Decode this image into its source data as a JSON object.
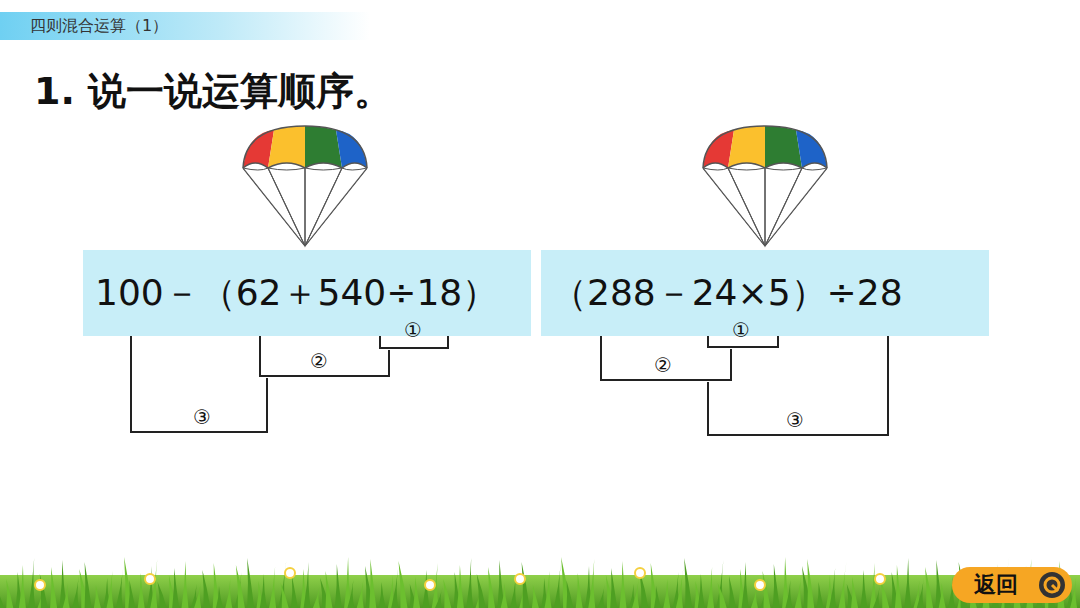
{
  "diagram": {
    "title": "1. 说一说运算顺序。",
    "nodes": [
      {
        "text": [
          "四则混合运算（1）"
        ]
      },
      {
        "text": [
          "100－（62＋540÷18）"
        ]
      },
      {
        "text": [
          "（288－24×5）÷28"
        ]
      },
      {
        "text": [
          "返回"
        ]
      }
    ],
    "labels": [
      "①",
      "②",
      "③",
      "①",
      "②",
      "③"
    ]
  }
}
